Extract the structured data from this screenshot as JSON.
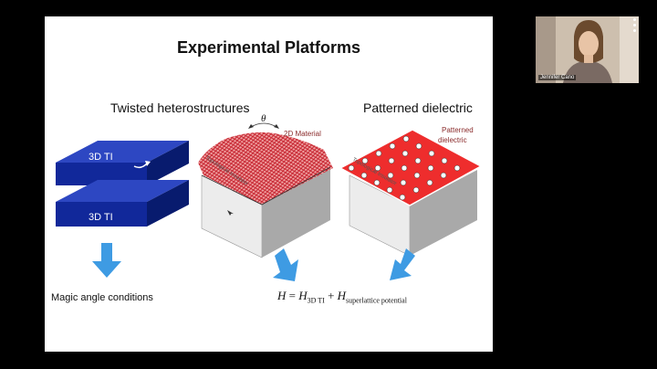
{
  "slide": {
    "title": "Experimental Platforms",
    "left_heading": "Twisted heterostructures",
    "right_heading": "Patterned dielectric",
    "ti_top_label": "3D TI",
    "ti_bottom_label": "3D TI",
    "theta_label": "θ",
    "material_label": "2D Material",
    "patterned_label_line1": "Patterned",
    "patterned_label_line2": "dielectric",
    "insulator_label": "Topological Insulator",
    "magic_angle_text": "Magic angle conditions",
    "equation": {
      "lhs": "H",
      "equals": " = ",
      "term1": "H",
      "sub1": "3D TI",
      "plus": " + ",
      "term2": "H",
      "sub2": "superlattice potential"
    },
    "colors": {
      "ti_blue": "#0f2a9a",
      "arrow_blue": "#3e9be3",
      "dielectric_red": "#ee2d2d",
      "lattice_red": "#d8242f",
      "block_grey": "#c7c7c7"
    }
  },
  "video": {
    "participant_name": "Jennifer Cano",
    "more_icon": "vertical-ellipsis-icon"
  }
}
